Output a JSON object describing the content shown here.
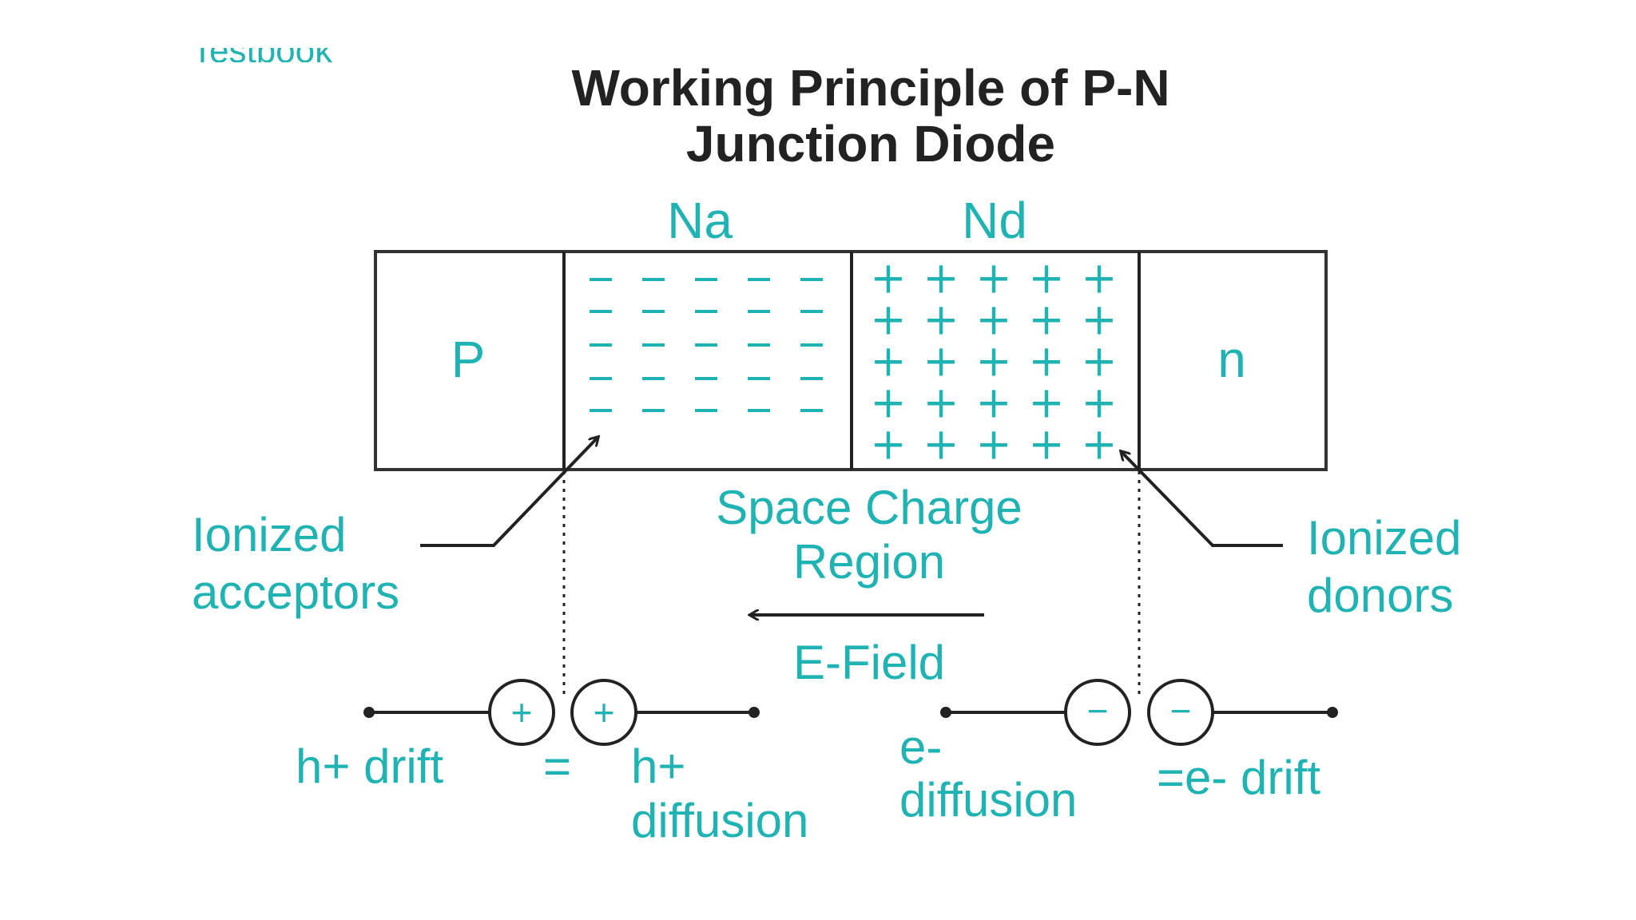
{
  "header_fragment": "Testbook",
  "title": {
    "line1": "Working Principle of P-N",
    "line2": "Junction Diode"
  },
  "regions": {
    "p": "P",
    "n": "n",
    "na": "Na",
    "nd": "Nd"
  },
  "charges": {
    "negative": "−",
    "positive": "+"
  },
  "space_charge": {
    "line1": "Space Charge",
    "line2": "Region"
  },
  "efield": "E-Field",
  "ionized_acceptors": {
    "line1": "Ionized",
    "line2": "acceptors"
  },
  "ionized_donors": {
    "line1": "Ionized",
    "line2": "donors"
  },
  "left_circle_sign": "+",
  "right_circle_sign": "−",
  "bottom_labels": {
    "h_drift": "h+ drift",
    "equals": "=",
    "h_diffusion_1": "h+",
    "h_diffusion_2": "diffusion",
    "e_diffusion_1": "e-",
    "e_diffusion_2": "diffusion",
    "e_drift": "=e- drift"
  },
  "colors": {
    "accent": "#1fb3b3",
    "ink": "#222222"
  }
}
